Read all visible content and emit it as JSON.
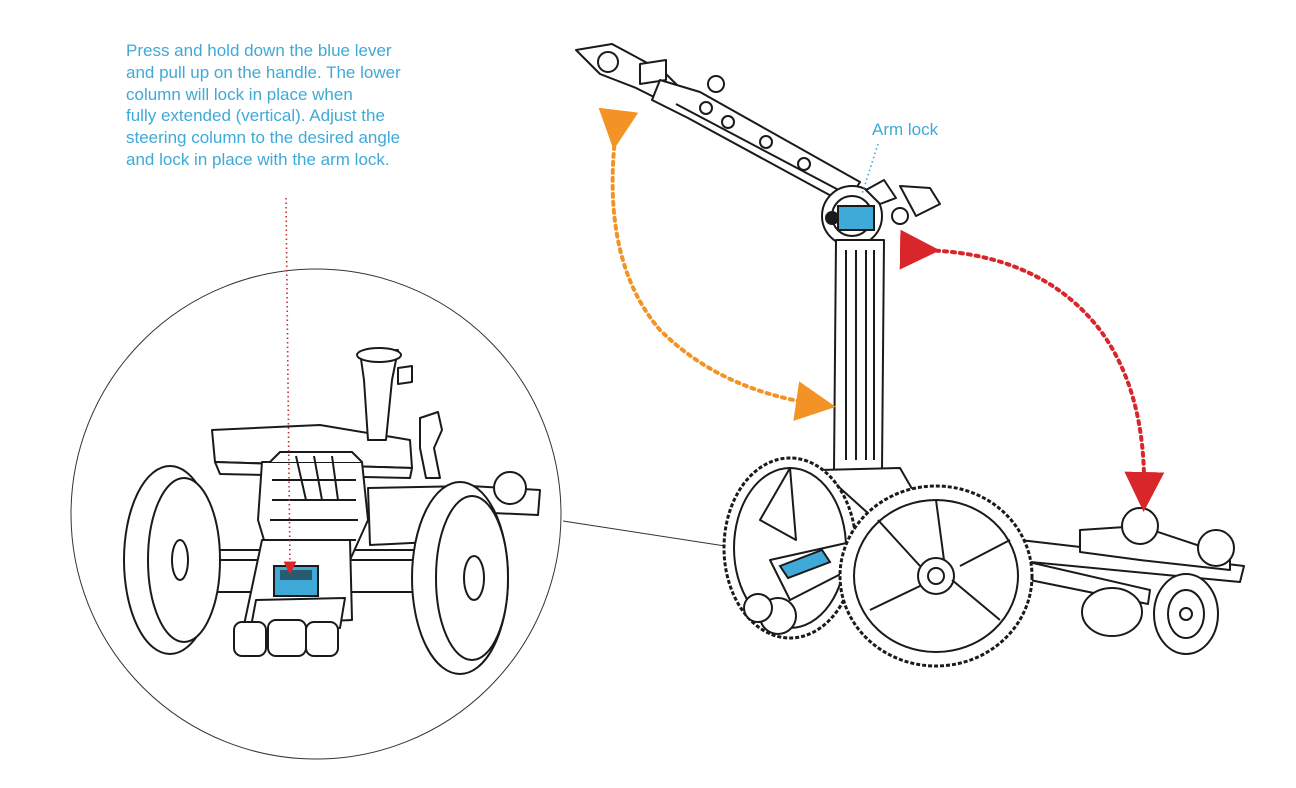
{
  "instruction": {
    "text": "Press and hold down the blue lever\nand pull up on the handle. The lower\ncolumn will lock in place when\nfully extended (vertical). Adjust the\nsteering column to the desired angle\nand lock in place with the arm lock."
  },
  "callouts": {
    "arm_lock": "Arm lock"
  },
  "colors": {
    "label_blue": "#3fa9d8",
    "lever_blue": "#3fa9d8",
    "handle_arrow_orange": "#f39325",
    "column_arrow_red": "#d9262b",
    "line_art": "#1a1a1a"
  },
  "icons": {
    "handle_arc": "dotted-double-arrow",
    "column_arc": "dotted-double-arrow",
    "pointer": "dotted-down-arrow"
  }
}
